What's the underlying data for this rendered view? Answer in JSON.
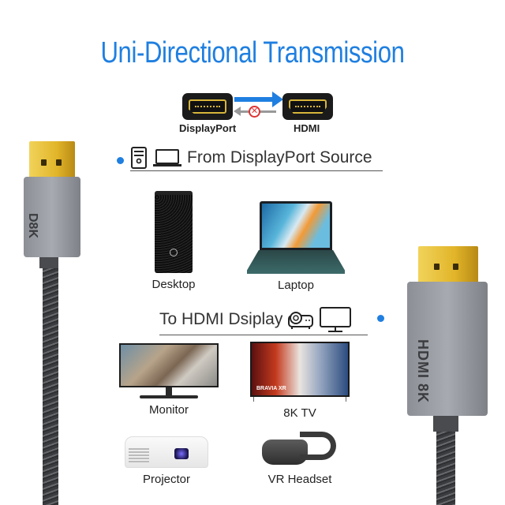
{
  "title": "Uni-Directional Transmission",
  "diagram": {
    "source_port": "DisplayPort",
    "target_port": "HDMI",
    "forward_arrow": "arrow-right-icon",
    "reverse_blocked": "no-reverse-icon",
    "accent_color": "#1f7fe0"
  },
  "source_section": {
    "label": "From DisplayPort Source",
    "icons": [
      "desktop-tower-icon",
      "laptop-icon"
    ],
    "devices": [
      {
        "label": "Desktop"
      },
      {
        "label": "Laptop"
      }
    ]
  },
  "display_section": {
    "label": "To HDMI Dsiplay",
    "icons": [
      "projector-icon",
      "monitor-icon"
    ],
    "devices": [
      {
        "label": "Monitor"
      },
      {
        "label": "8K TV",
        "screen_text": "BRAVIA XR"
      },
      {
        "label": "Projector"
      },
      {
        "label": "VR Headset"
      }
    ]
  },
  "cables": {
    "left_plug": {
      "type": "DisplayPort",
      "marking": "D8K"
    },
    "right_plug": {
      "type": "HDMI",
      "marking": "HDMI 8K"
    }
  }
}
